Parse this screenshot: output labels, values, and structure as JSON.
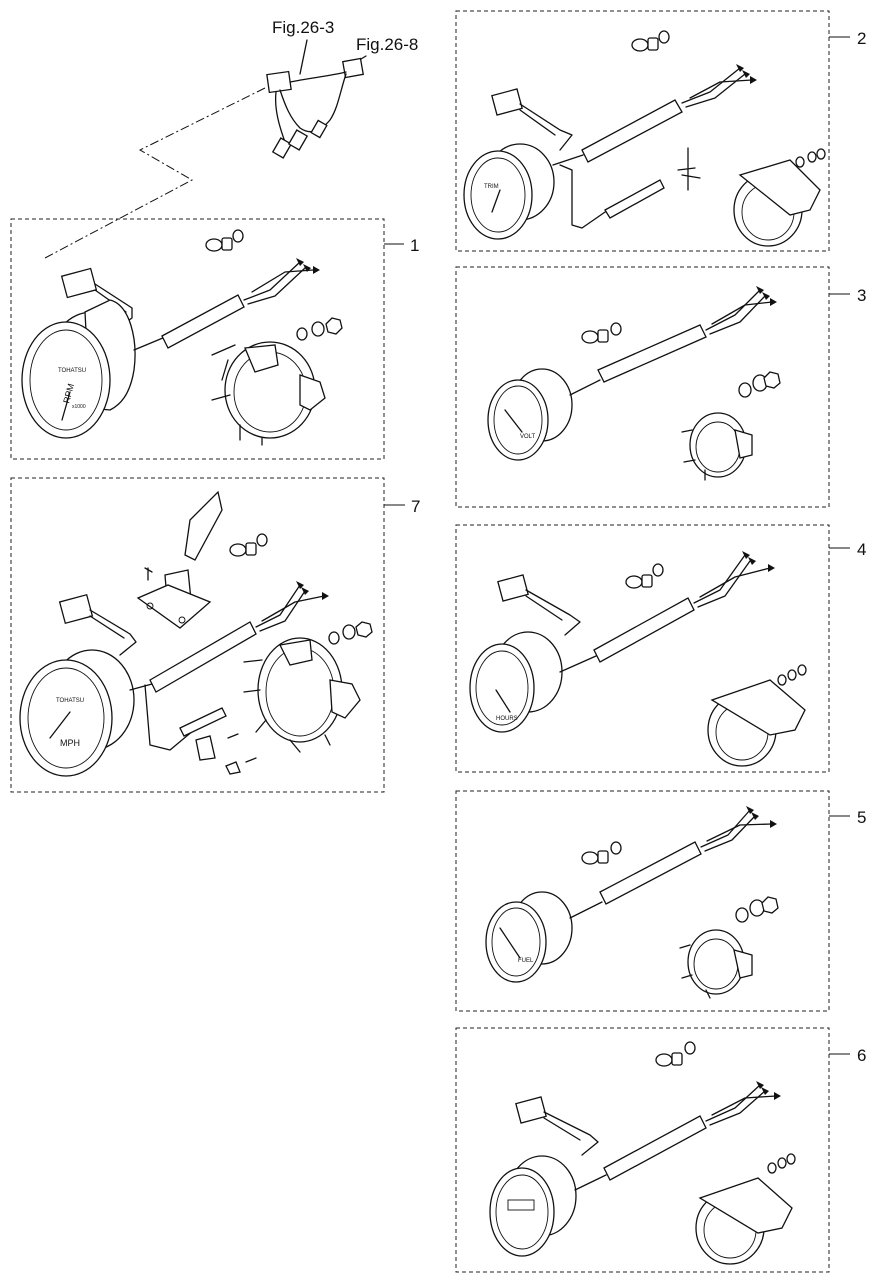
{
  "references": {
    "fig_a": "Fig.26-3",
    "fig_b": "Fig.26-8"
  },
  "callouts": [
    "1",
    "2",
    "3",
    "4",
    "5",
    "6",
    "7"
  ],
  "dial_text": {
    "tach_brand": "TOHATSU",
    "tach_unit": "RPM",
    "tach_scale": "x1000",
    "speedo_brand": "TOHATSU",
    "speedo_unit": "MPH",
    "trim_label": "TRIM",
    "fuel_label": "FUEL",
    "volt_label": "VOLT",
    "hour_label": "HOURS"
  }
}
